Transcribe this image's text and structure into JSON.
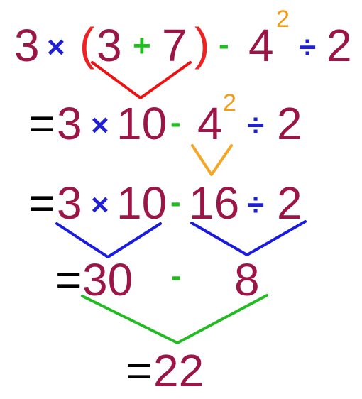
{
  "colors": {
    "number": "#9b1646",
    "multiply": "#1f1fd6",
    "divide": "#1f1fd6",
    "paren": "#ee2222",
    "plus": "#22bb22",
    "minus": "#22bb22",
    "exponent": "#f39c12",
    "equals": "#000000",
    "bracket_red": "#ee1111",
    "bracket_orange": "#f5a623",
    "bracket_blue": "#1a1ae0",
    "bracket_green": "#22bb22"
  },
  "row1": {
    "a": "3",
    "times": "×",
    "lparen": "(",
    "b": "3",
    "plus": "+",
    "c": "7",
    "rparen": ")",
    "minus": "-",
    "d": "4",
    "exp": "2",
    "div": "÷",
    "e": "2"
  },
  "row2": {
    "eq": "=",
    "a": "3",
    "times": "×",
    "b": "10",
    "minus": "-",
    "c": "4",
    "exp": "2",
    "div": "÷",
    "d": "2"
  },
  "row3": {
    "eq": "=",
    "a": "3",
    "times": "×",
    "b": "10",
    "minus": "-",
    "c": "16",
    "div": "÷",
    "d": "2"
  },
  "row4": {
    "eq": "=",
    "a": "30",
    "minus": "-",
    "b": "8"
  },
  "row5": {
    "eq": "=",
    "result": "22"
  }
}
